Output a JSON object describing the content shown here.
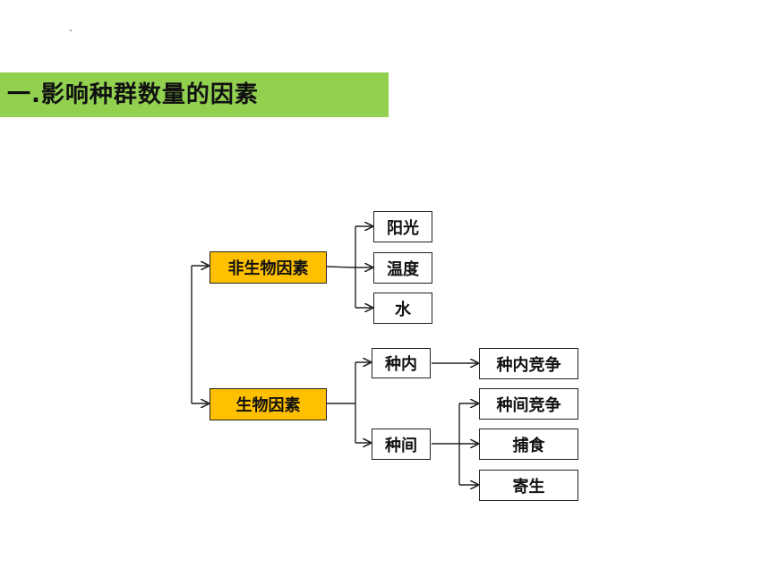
{
  "title": "一.影响种群数量的因素",
  "diagram": {
    "abiotic": {
      "label": "非生物因素",
      "children": [
        "阳光",
        "温度",
        "水"
      ]
    },
    "biotic": {
      "label": "生物因素",
      "intraspecific": {
        "label": "种内",
        "children": [
          "种内竞争"
        ]
      },
      "interspecific": {
        "label": "种间",
        "children": [
          "种间竞争",
          "捕食",
          "寄生"
        ]
      }
    }
  },
  "colors": {
    "title_bar": "#92d050",
    "factor_box": "#ffc000",
    "box_border": "#222222",
    "connector": "#222222"
  }
}
